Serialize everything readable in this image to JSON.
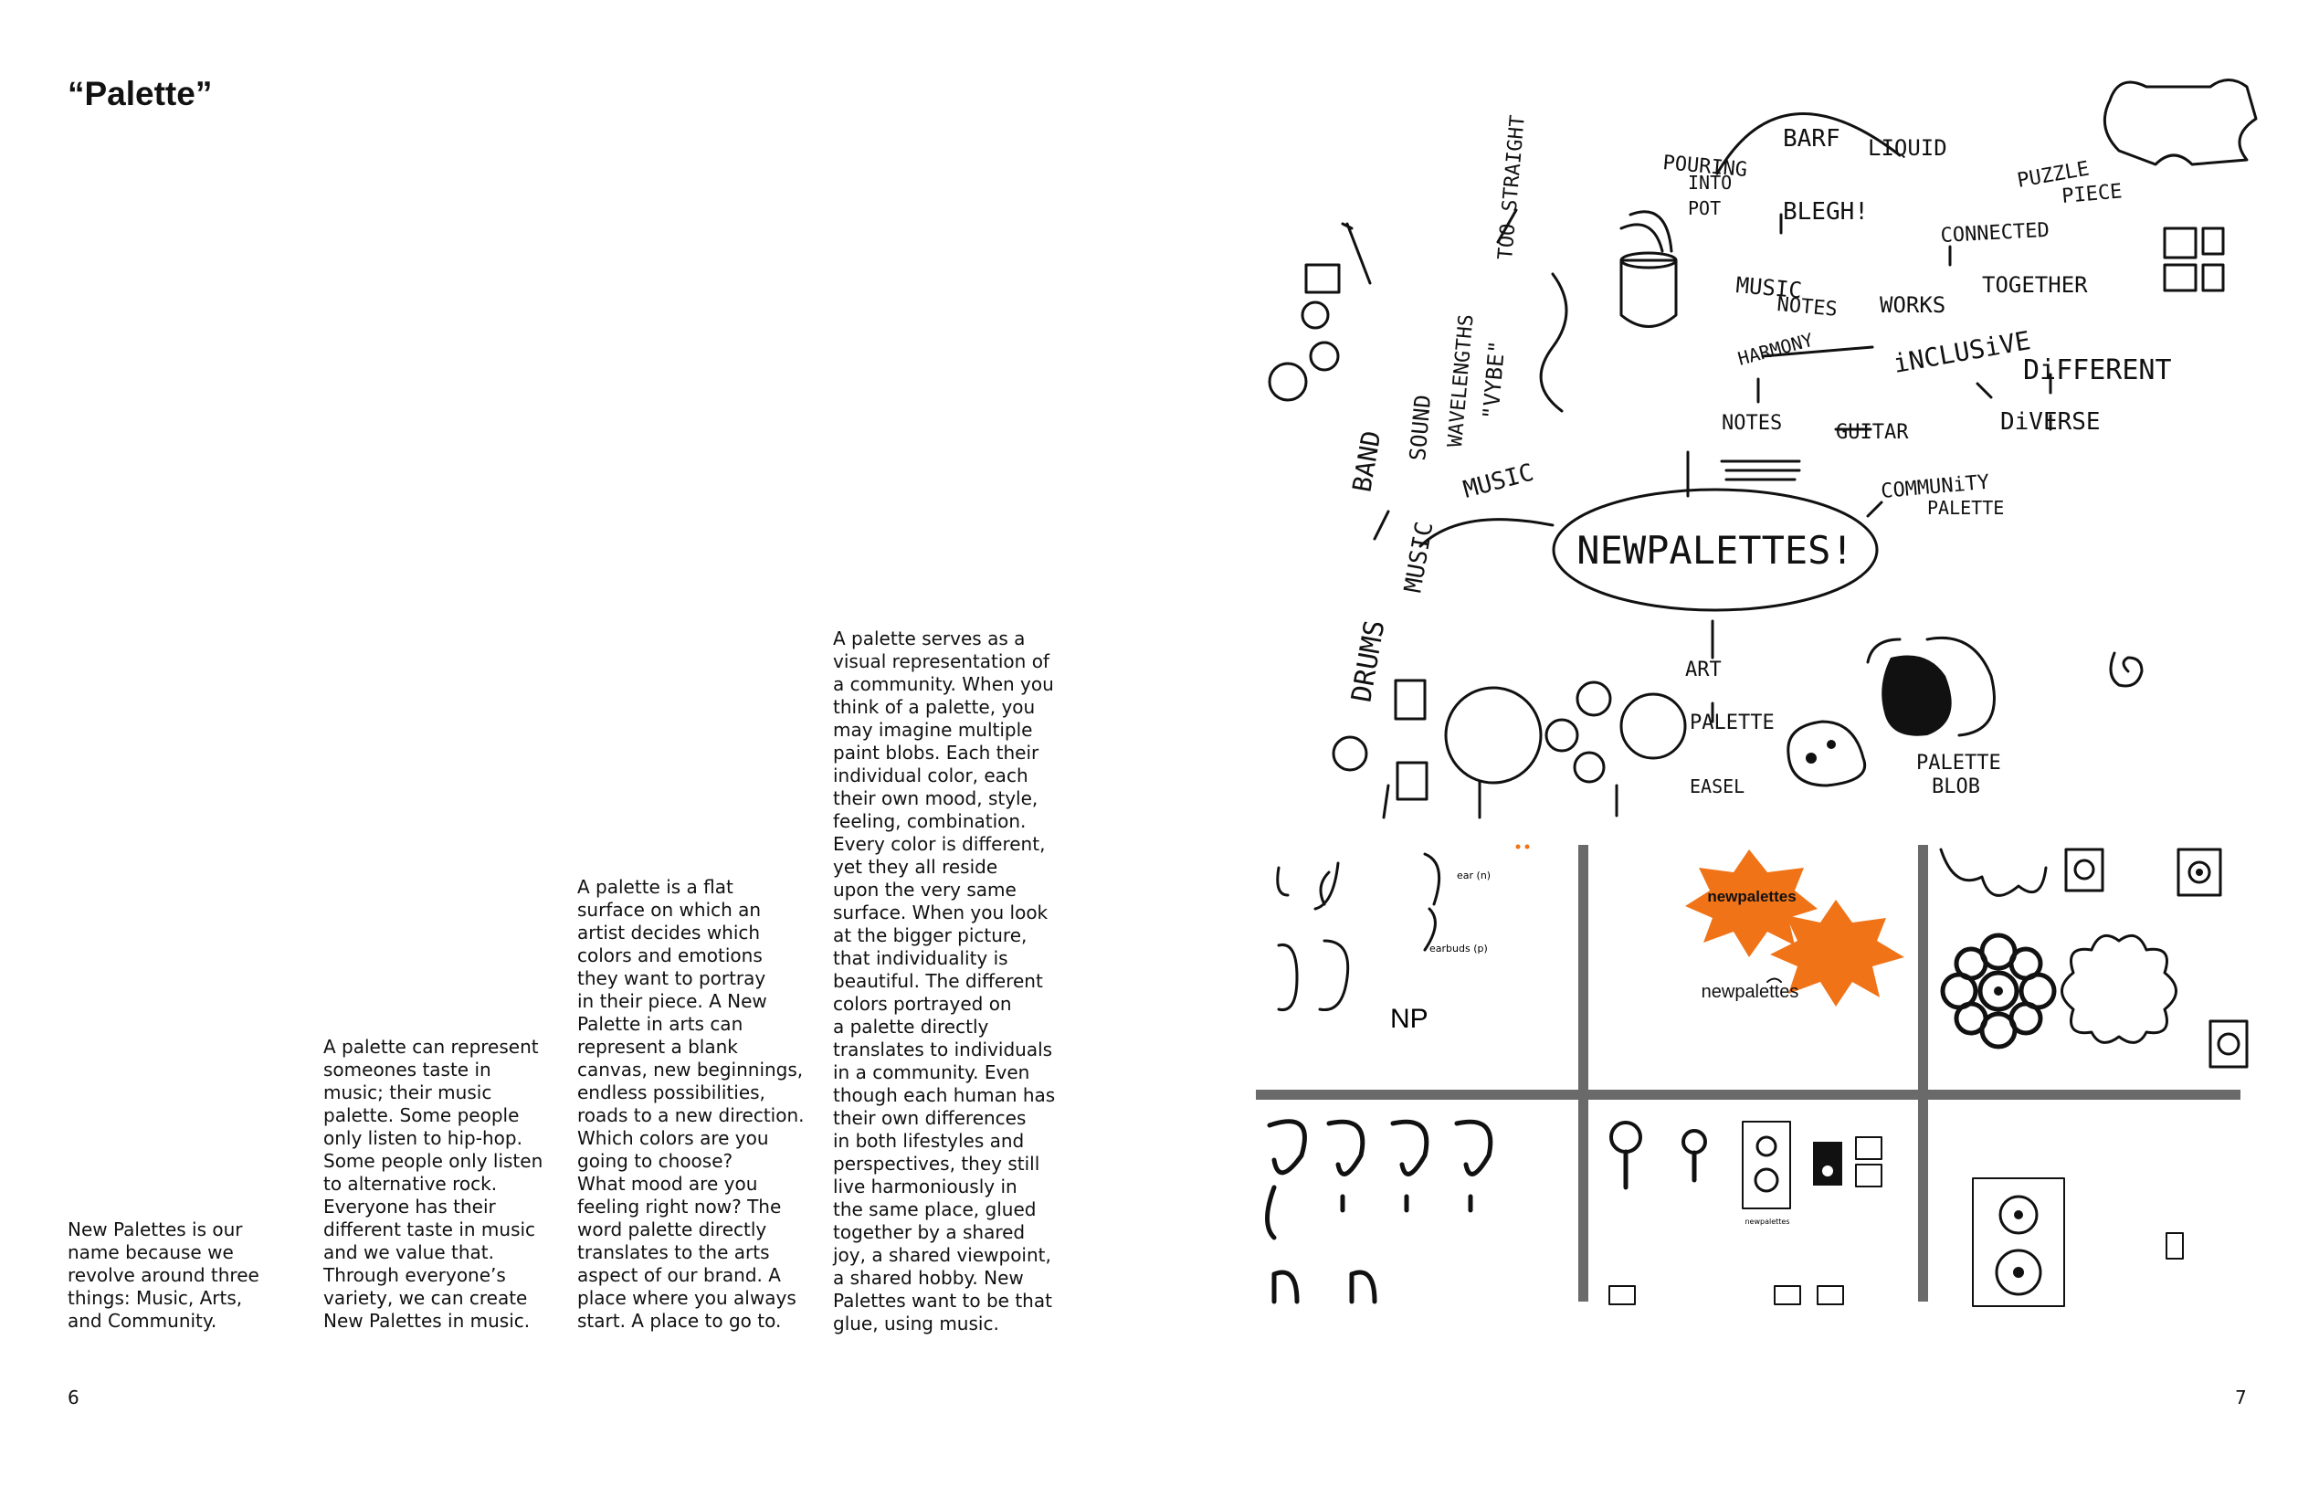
{
  "title": "“Palette”",
  "columns": [
    {
      "lines": [
        "New Palettes is our",
        "name because we",
        "revolve around three",
        "things: Music, Arts,",
        "and Community."
      ]
    },
    {
      "lines": [
        "A palette can represent",
        "someones taste in",
        "music; their music",
        "palette. Some people",
        "only listen to hip-hop.",
        "Some people only listen",
        "to alternative rock.",
        "Everyone has their",
        "different taste in music",
        "and we value that.",
        "Through everyone’s",
        "variety, we can create",
        "New Palettes in music."
      ]
    },
    {
      "lines": [
        "A palette is a flat",
        "surface on which an",
        "artist decides which",
        "colors and emotions",
        "they want to portray",
        "in their piece. A New",
        "Palette in arts can",
        "represent a blank",
        "canvas, new beginnings,",
        "endless possibilities,",
        "roads to a new direction.",
        "Which colors are you",
        "going to choose?",
        "What mood are you",
        "feeling right now? The",
        "word palette directly",
        "translates to the arts",
        "aspect of our brand. A",
        "place where you always",
        "start. A place to go to."
      ]
    },
    {
      "lines": [
        "A palette serves as a",
        "visual representation of",
        "a community. When you",
        "think of a palette, you",
        "may imagine multiple",
        "paint blobs. Each their",
        "individual color, each",
        "their own mood, style,",
        "feeling, combination.",
        "Every color is different,",
        "yet they all reside",
        "upon the very same",
        "surface. When you look",
        "at the bigger picture,",
        "that individuality is",
        "beautiful. The different",
        "colors portrayed on",
        "a palette directly",
        "translates to individuals",
        "in a community. Even",
        "though each human has",
        "their own differences",
        "in both lifestyles and",
        "perspectives, they still",
        "live harmoniously in",
        "the same place, glued",
        "together by a shared",
        "joy, a shared viewpoint,",
        "a shared hobby. New",
        "Palettes want to be that",
        "glue, using music."
      ]
    }
  ],
  "page_numbers": {
    "left": "6",
    "right": "7"
  },
  "mindmap": {
    "center": "NEWPALETTES!",
    "words": {
      "music_branch": "MUSIC",
      "music_v": "MUSIC",
      "band": "BAND",
      "sound": "SOUND",
      "wavelengths": "WAVELENGTHS",
      "vybe": "\"VYBE\"",
      "too_straight": "TOO STRAIGHT",
      "pouring": "POURING",
      "into": "INTO",
      "pot": "POT",
      "barf": "BARF",
      "liquid": "LIQUID",
      "blegh": "BLEGH!",
      "music_notes_a": "MUSIC",
      "music_notes_b": "NOTES",
      "harmony": "HARMONY",
      "works": "WORKS",
      "together": "TOGETHER",
      "connected": "CONNECTED",
      "puzzle": "PUZZLE",
      "piece": "PIECE",
      "inclusive": "iNCLUSiVE",
      "different": "DiFFERENT",
      "diverse": "DiVERSE",
      "notes": "NOTES",
      "guitar": "GUITAR",
      "community": "COMMUNiTY",
      "palette_c": "PALETTE",
      "drums": "DRUMS",
      "art": "ART",
      "palette_a": "PALETTE",
      "easel": "EASEL",
      "palette_blob_a": "PALETTE",
      "palette_blob_b": "BLOB"
    }
  },
  "sketches": {
    "ear": "ear (n)",
    "earbuds": "earbuds (p)",
    "np": "NP",
    "brand": "newpalettes",
    "brand2": "newpalettes",
    "brand3": "newpalettes",
    "accent": "#f07318",
    "divider": "#6a6a6a"
  }
}
